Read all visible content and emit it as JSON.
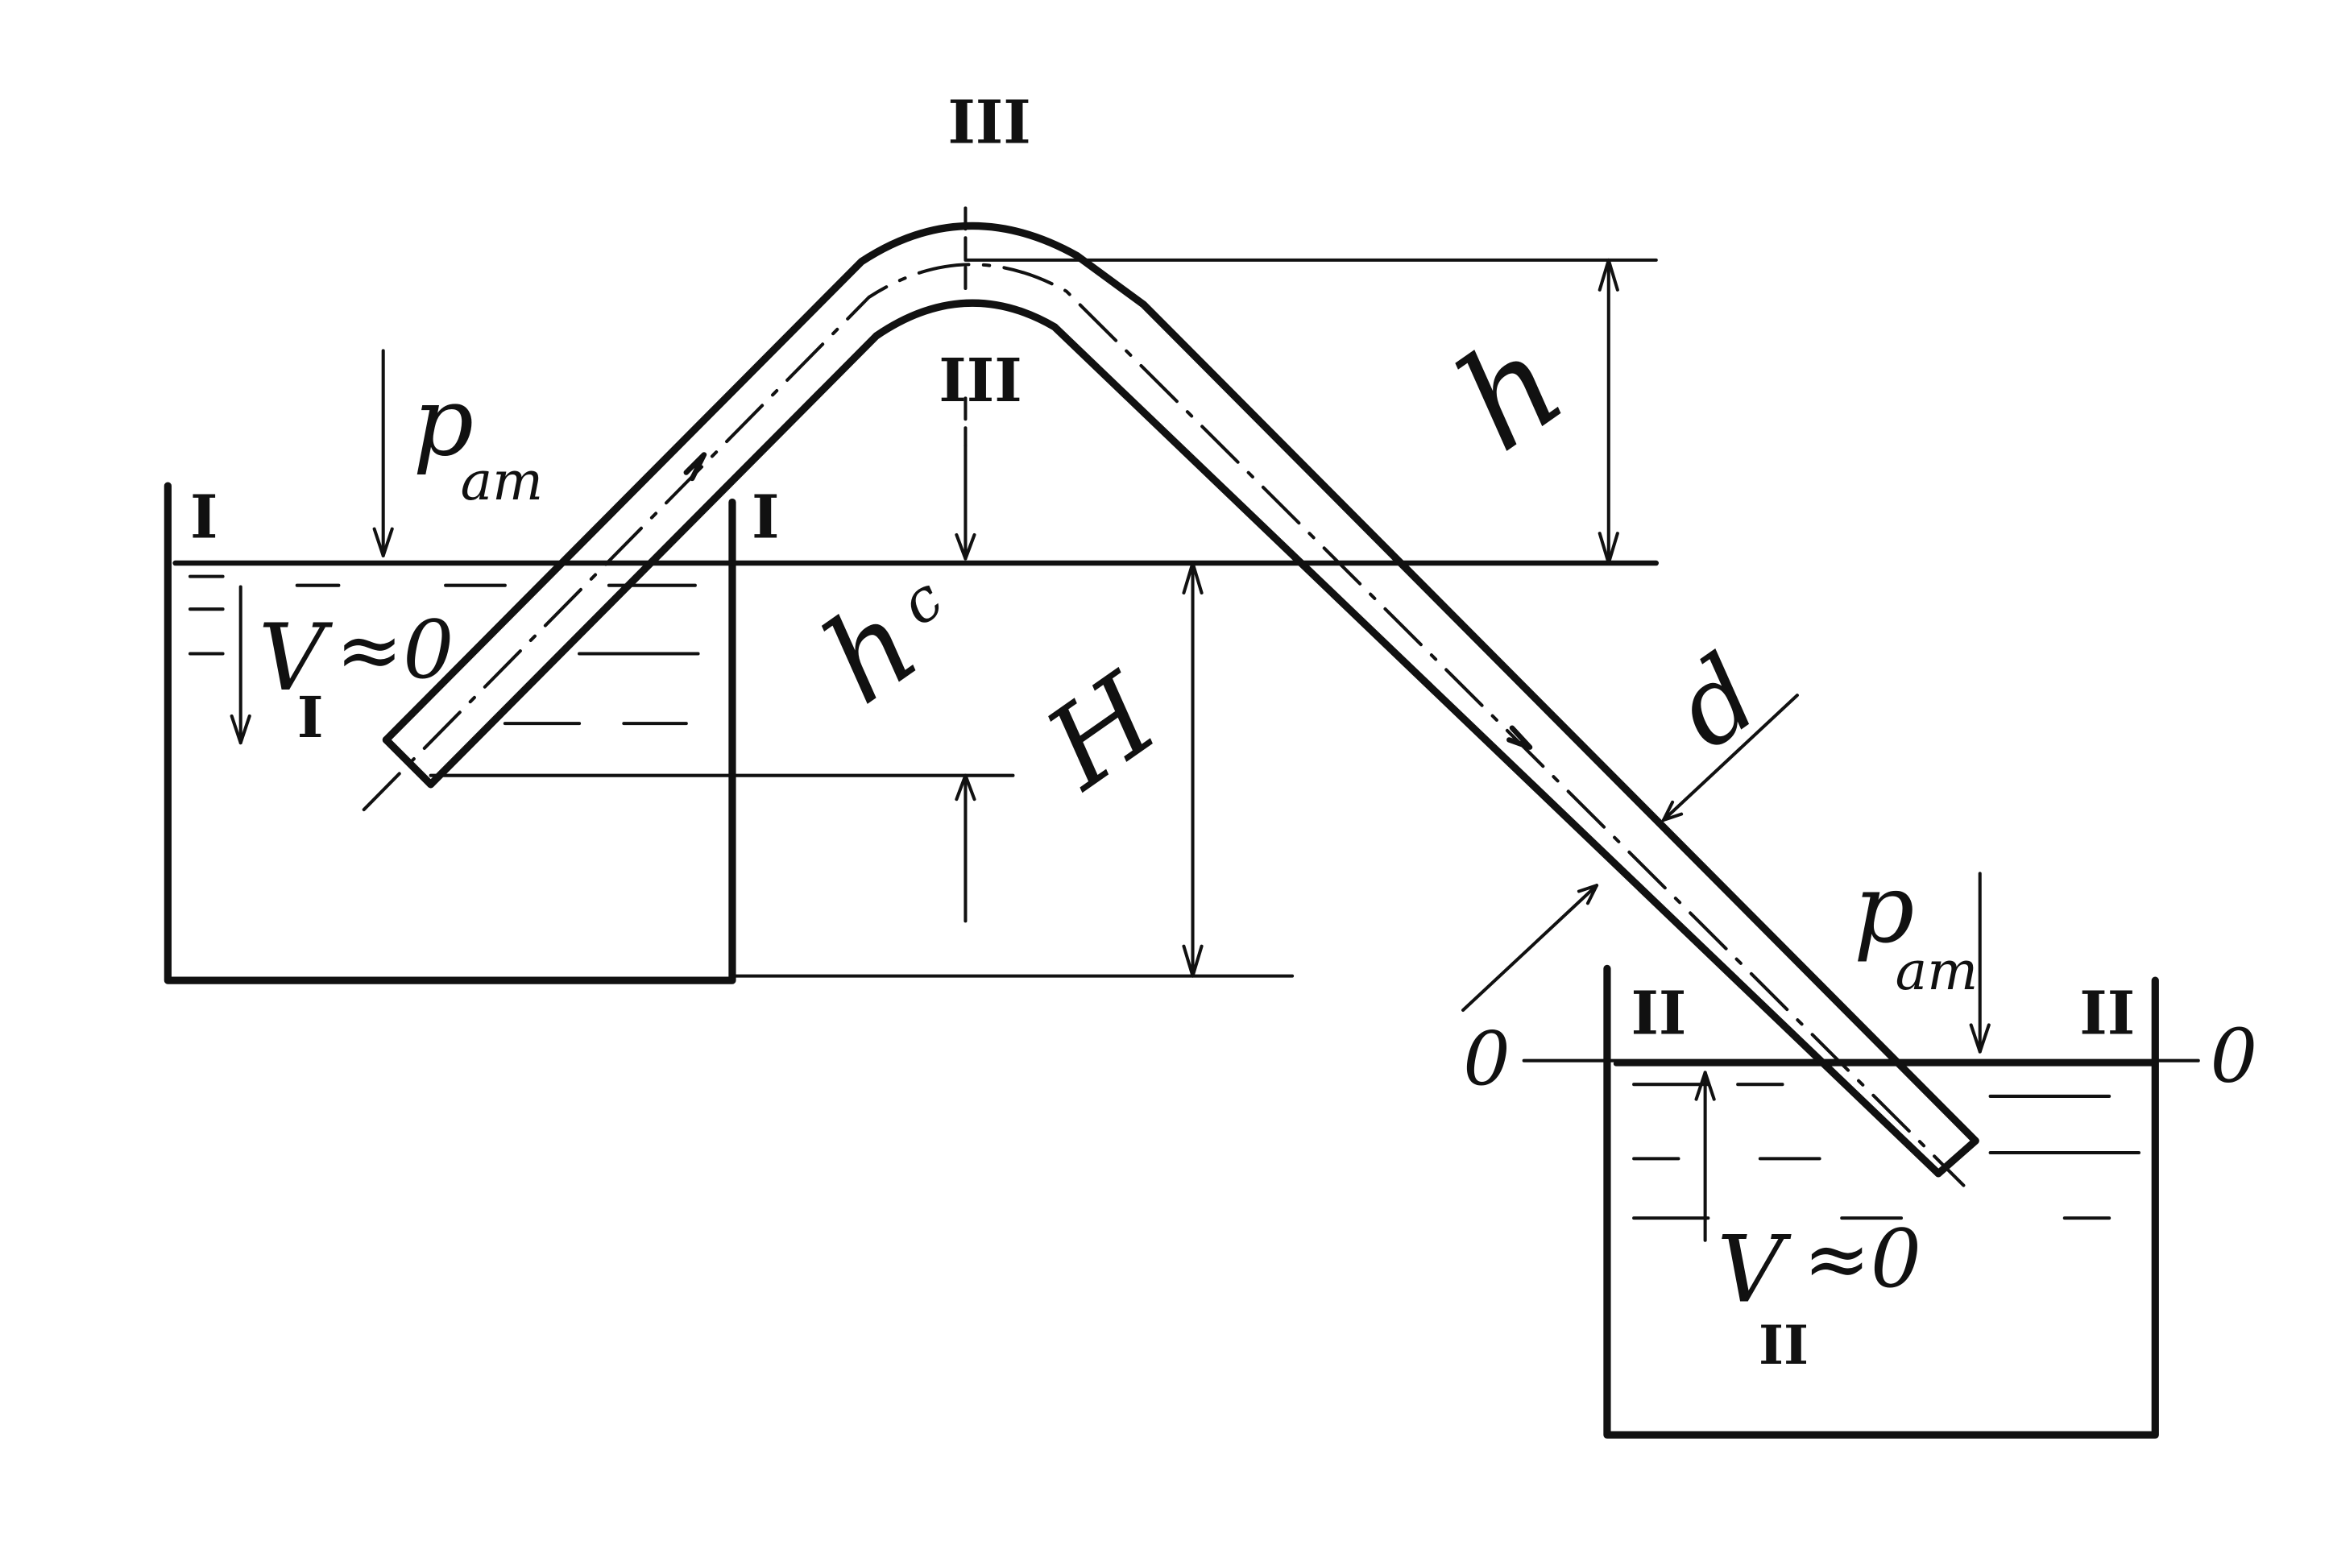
{
  "labels": {
    "section_1": "I",
    "section_2": "II",
    "section_3": "III",
    "datum": "0",
    "p_atm": "p",
    "p_atm_sub": "am",
    "velocity_1": "V",
    "velocity_1_sub": "I",
    "velocity_2": "V",
    "velocity_2_sub": "II",
    "approx_zero": "≈0",
    "height_h": "h",
    "height_hc": "h",
    "height_hc_sub": "c",
    "head_H": "H",
    "diameter_d": "d"
  }
}
